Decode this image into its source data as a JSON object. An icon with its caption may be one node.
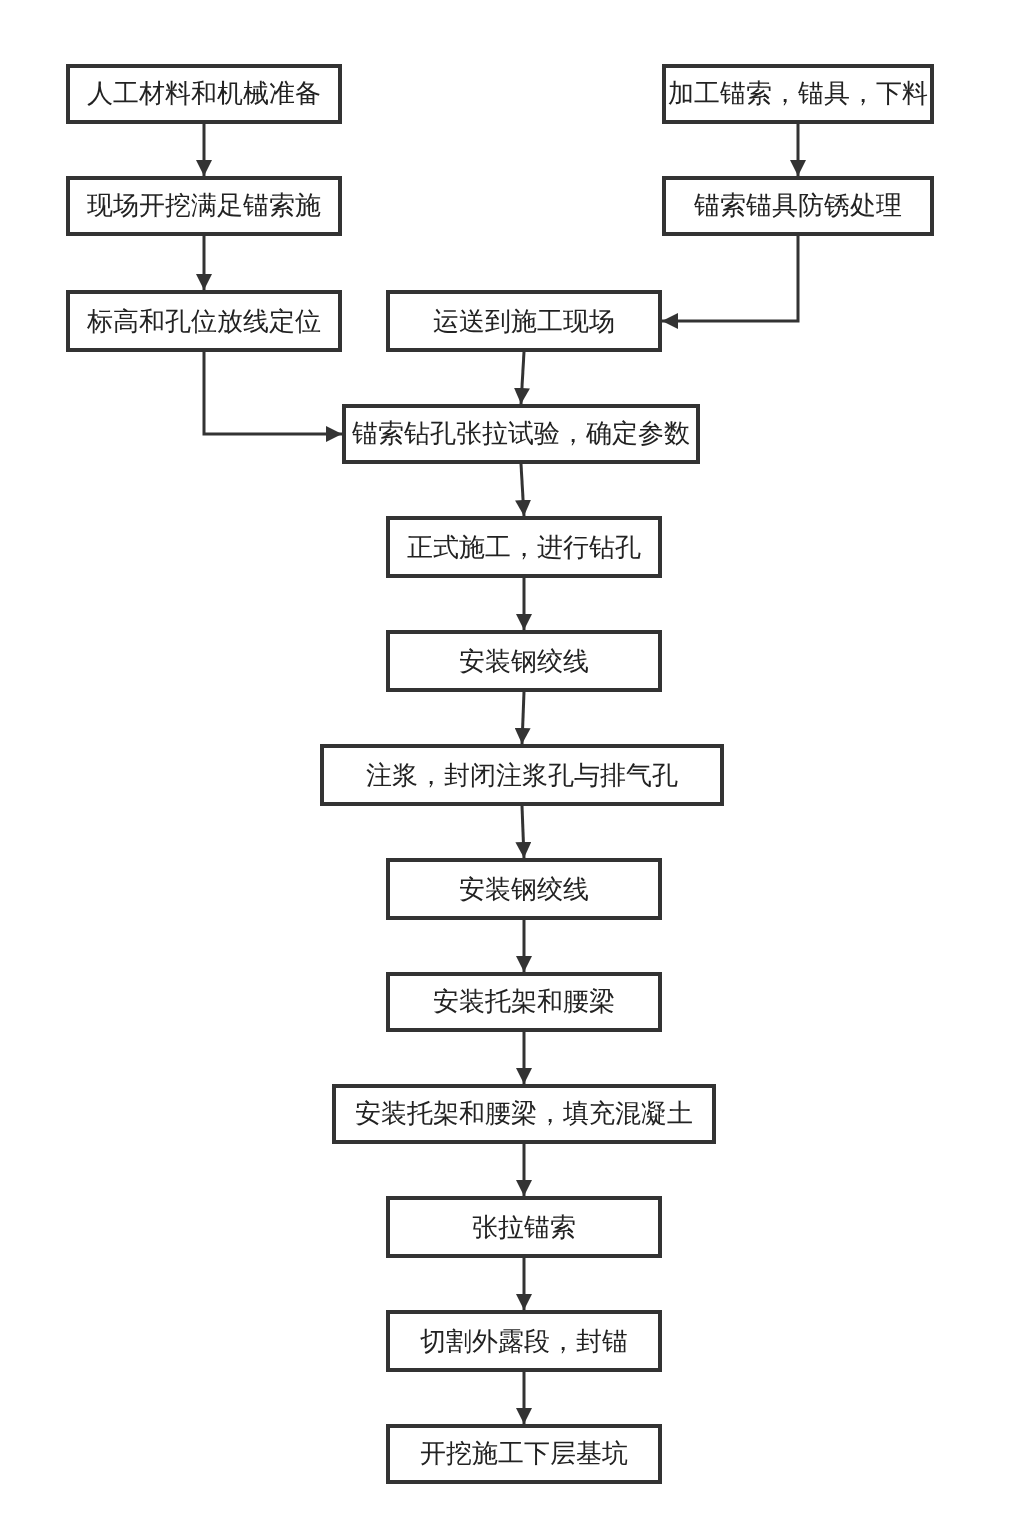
{
  "diagram": {
    "nodes": [
      {
        "text": [
          "人工材料和机械准备"
        ]
      },
      {
        "text": [
          "加工锚索，锚具，下料"
        ]
      },
      {
        "text": [
          "现场开挖满足锚索施"
        ]
      },
      {
        "text": [
          "锚索锚具防锈处理"
        ]
      },
      {
        "text": [
          "标高和孔位放线定位"
        ]
      },
      {
        "text": [
          "运送到施工现场"
        ]
      },
      {
        "text": [
          "锚索钻孔张拉试验，确定参数"
        ]
      },
      {
        "text": [
          "正式施工，进行钻孔"
        ]
      },
      {
        "text": [
          "安装钢绞线"
        ]
      },
      {
        "text": [
          "注浆，封闭注浆孔与排气孔"
        ]
      },
      {
        "text": [
          "安装钢绞线"
        ]
      },
      {
        "text": [
          "安装托架和腰梁"
        ]
      },
      {
        "text": [
          "安装托架和腰梁，填充混凝土"
        ]
      },
      {
        "text": [
          "张拉锚索"
        ]
      },
      {
        "text": [
          "切割外露段，封锚"
        ]
      },
      {
        "text": [
          "开挖施工下层基坑"
        ]
      }
    ],
    "edges": [
      {
        "from": 0,
        "to": 2,
        "arrow": "to"
      },
      {
        "from": 2,
        "to": 4,
        "arrow": "to"
      },
      {
        "from": 4,
        "to": 6,
        "arrow": "to"
      },
      {
        "from": 1,
        "to": 3,
        "arrow": "to"
      },
      {
        "from": 3,
        "to": 5,
        "arrow": "to"
      },
      {
        "from": 5,
        "to": 6,
        "arrow": "to"
      },
      {
        "from": 6,
        "to": 7,
        "arrow": "to"
      },
      {
        "from": 7,
        "to": 8,
        "arrow": "to"
      },
      {
        "from": 8,
        "to": 9,
        "arrow": "to"
      },
      {
        "from": 9,
        "to": 10,
        "arrow": "to"
      },
      {
        "from": 10,
        "to": 11,
        "arrow": "to"
      },
      {
        "from": 11,
        "to": 12,
        "arrow": "to"
      },
      {
        "from": 12,
        "to": 13,
        "arrow": "to"
      },
      {
        "from": 13,
        "to": 14,
        "arrow": "to"
      },
      {
        "from": 14,
        "to": 15,
        "arrow": "to"
      }
    ]
  }
}
